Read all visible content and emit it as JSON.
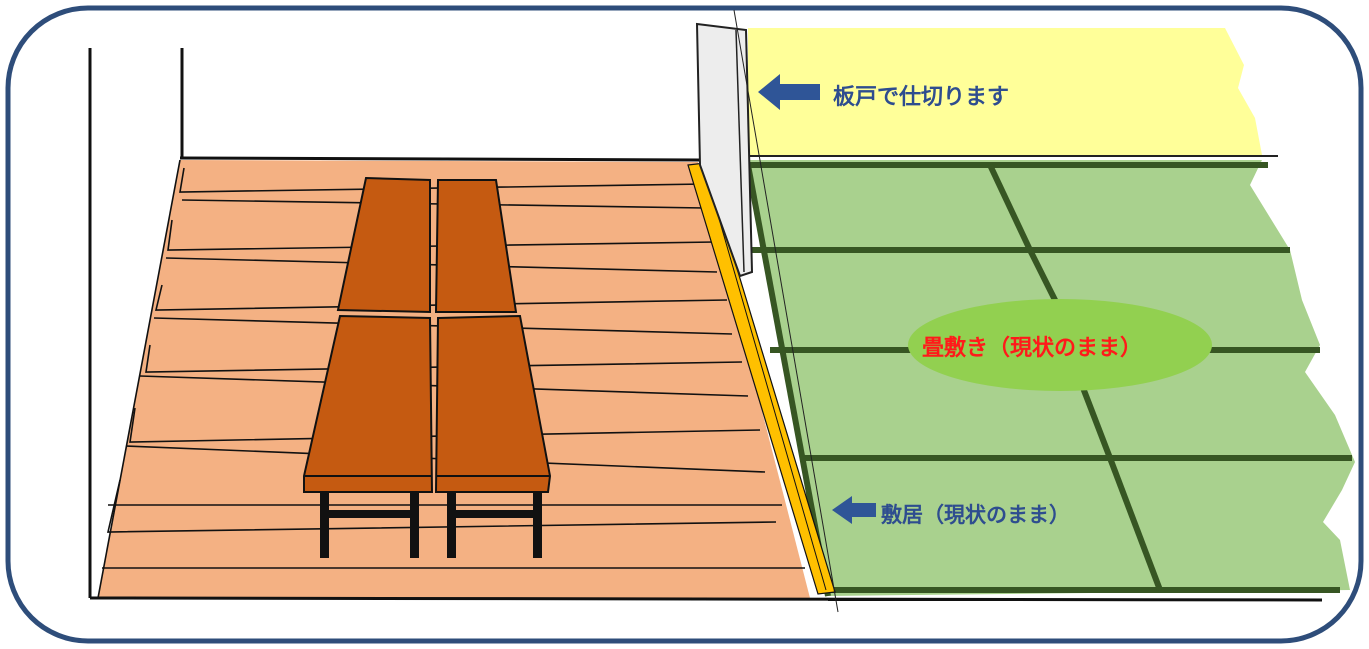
{
  "labels": {
    "partition": "板戸で仕切ります",
    "tatami": "畳敷き（現状のまま）",
    "sill": "敷居（現状のまま）"
  },
  "colors": {
    "frame": "#2e4d7a",
    "floor": "#f4b183",
    "bench": "#c55a11",
    "sill": "#ffc000",
    "tatami": "#a9d18e",
    "tatami_lines": "#375623",
    "ellipse": "#92d050",
    "wall_upper": "#ffff99",
    "arrow": "#2f5597",
    "label_blue": "#2e4d8f",
    "label_red": "#ff1a1a"
  }
}
